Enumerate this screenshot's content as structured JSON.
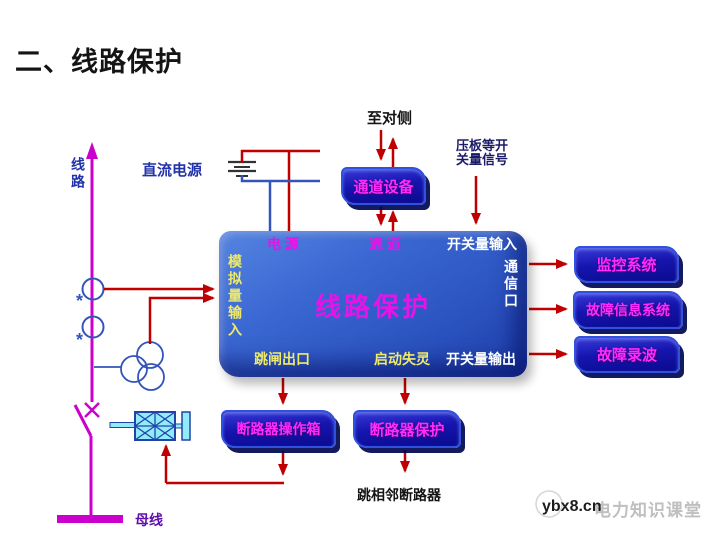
{
  "title": "二、线路保护",
  "left_side": {
    "line_label": "线路",
    "dc_power_label": "直流电源",
    "ct_star": "*",
    "bus_label": "母线"
  },
  "top_side": {
    "to_opposite": "至对侧",
    "strap_line1": "压板等开",
    "strap_line2": "关量信号",
    "channel_device": "通道设备"
  },
  "protection_box": {
    "title": "线路保护",
    "port_power": "电 源",
    "port_channel": "通 道",
    "port_di": "开关量输入",
    "port_analog": "模拟量输入",
    "port_comm": "通信口",
    "port_trip": "跳闸出口",
    "port_fail": "启动失灵",
    "port_do": "开关量输出"
  },
  "right_boxes": [
    {
      "label": "监控系统"
    },
    {
      "label": "故障信息系统"
    },
    {
      "label": "故障录波"
    }
  ],
  "bottom_boxes": [
    {
      "label": "断路器操作箱"
    },
    {
      "label": "断路器保护"
    }
  ],
  "bottom_side": {
    "trip_adjacent": "跳相邻断路器"
  },
  "watermark": {
    "site": "ybx8.cn",
    "brand": "电力知识课堂"
  },
  "colors": {
    "arrow_red": "#C00000",
    "line_magenta": "#CC00CC",
    "wire_blue": "#3355BB",
    "protection_box_blue": "#2E5AC9",
    "navy_box": "#1212A8",
    "label_magenta": "#E813E8",
    "label_yellow": "#EFEA6A",
    "label_white": "#FFFFFF",
    "text_blue": "#2233AA",
    "bus_purple": "#5E0FAE",
    "breaker_cyan": "#8FECF8"
  }
}
